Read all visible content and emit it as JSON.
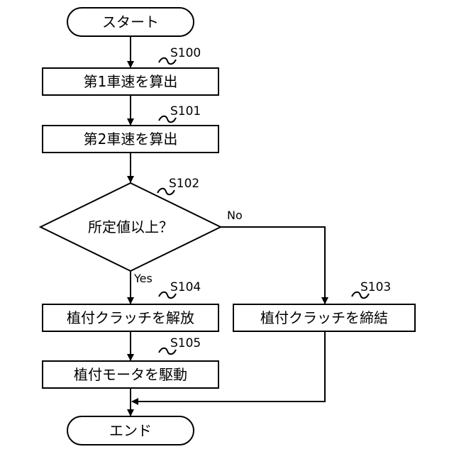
{
  "nodes": {
    "start": {
      "label": "スタート"
    },
    "s100": {
      "label": "第1車速を算出",
      "step": "S100"
    },
    "s101": {
      "label": "第2車速を算出",
      "step": "S101"
    },
    "s102": {
      "label": "所定値以上？",
      "step": "S102"
    },
    "s103": {
      "label": "植付クラッチを締結",
      "step": "S103"
    },
    "s104": {
      "label": "植付クラッチを解放",
      "step": "S104"
    },
    "s105": {
      "label": "植付モータを駆動",
      "step": "S105"
    },
    "end": {
      "label": "エンド"
    }
  },
  "branches": {
    "no": "No",
    "yes": "Yes"
  }
}
